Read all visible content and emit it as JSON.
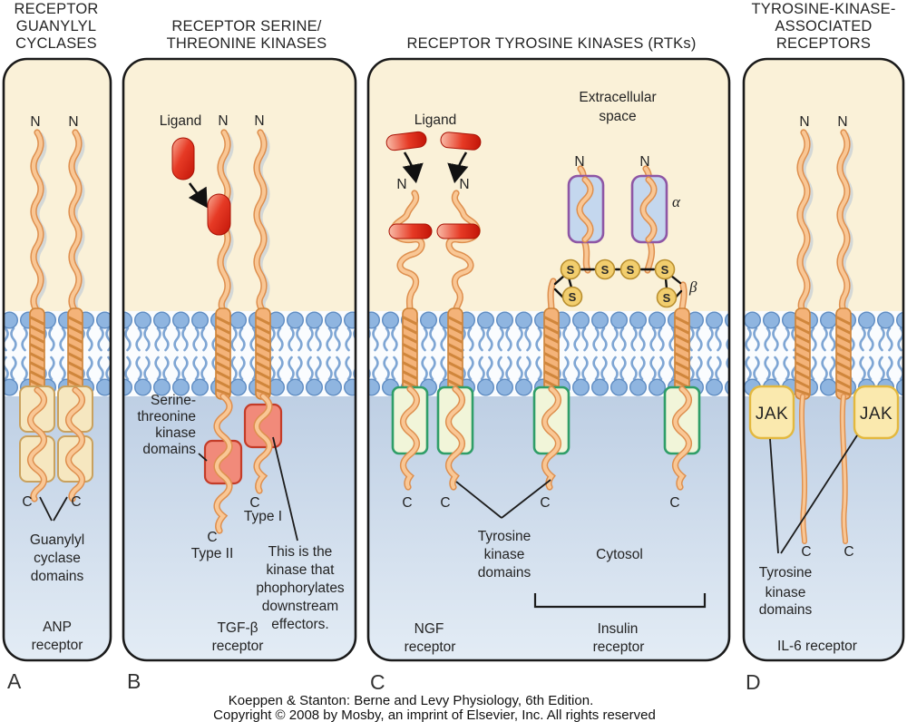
{
  "headers": {
    "a": [
      "RECEPTOR",
      "GUANYLYL",
      "CYCLASES"
    ],
    "b": [
      "RECEPTOR SERINE/",
      "THREONINE KINASES"
    ],
    "c": [
      "RECEPTOR TYROSINE KINASES (RTKs)"
    ],
    "d": [
      "TYROSINE-KINASE-",
      "ASSOCIATED",
      "RECEPTORS"
    ]
  },
  "panel_a": {
    "letter": "A",
    "n_labels": [
      "N",
      "N"
    ],
    "c_labels": [
      "C",
      "C"
    ],
    "domain_label": [
      "Guanylyl",
      "cyclase",
      "domains"
    ],
    "receptor_name": [
      "ANP",
      "receptor"
    ]
  },
  "panel_b": {
    "letter": "B",
    "ligand_label": "Ligand",
    "n_labels": [
      "N",
      "N"
    ],
    "kinase_label": [
      "Serine-",
      "threonine",
      "kinase",
      "domains"
    ],
    "c_labels": [
      "C",
      "C"
    ],
    "type_labels": [
      "Type II",
      "Type I"
    ],
    "note": [
      "This is the",
      "kinase that",
      "phophorylates",
      "downstream",
      "effectors."
    ],
    "receptor_name": [
      "TGF-β",
      "receptor"
    ]
  },
  "panel_c": {
    "letter": "C",
    "extracellular_label": [
      "Extracellular",
      "space"
    ],
    "ligand_label": "Ligand",
    "ngf_n_labels": [
      "N",
      "N"
    ],
    "ins_n_labels": [
      "N",
      "N"
    ],
    "alpha": "α",
    "beta": "β",
    "s_labels": [
      "S",
      "S",
      "S",
      "S",
      "S",
      "S"
    ],
    "c_labels": [
      "C",
      "C",
      "C",
      "C"
    ],
    "tyrosine_label": [
      "Tyrosine",
      "kinase",
      "domains"
    ],
    "cytosol_label": "Cytosol",
    "ngf_name": [
      "NGF",
      "receptor"
    ],
    "insulin_name": [
      "Insulin",
      "receptor"
    ]
  },
  "panel_d": {
    "letter": "D",
    "n_labels": [
      "N",
      "N"
    ],
    "jak_labels": [
      "JAK",
      "JAK"
    ],
    "c_labels": [
      "C",
      "C"
    ],
    "tyrosine_label": [
      "Tyrosine",
      "kinase",
      "domains"
    ],
    "receptor_name": "IL-6  receptor"
  },
  "footer": [
    "Koeppen & Stanton: Berne and Levy Physiology, 6th Edition.",
    "Copyright © 2008 by Mosby, an imprint of Elsevier, Inc. All rights reserved"
  ],
  "colors": {
    "extracellular": "#FAF1D8",
    "cytosol_top": "#BECFE4",
    "cytosol_bottom": "#E3ECF5",
    "lipid_head": "#8FB5E0",
    "chain_orange": "#F9C795",
    "chain_outline": "#DE8F4E",
    "ligand_red": "#DD2314",
    "kinase_box_red": "#F18A7A",
    "guanylyl_box_tan": "#F6E7C0",
    "tyrosine_box_green": "#2F9E68",
    "alpha_box_purple": "#8E56A5",
    "disulfide_yellow": "#F2CE6E",
    "jak_yellow": "#FAE9AE"
  }
}
